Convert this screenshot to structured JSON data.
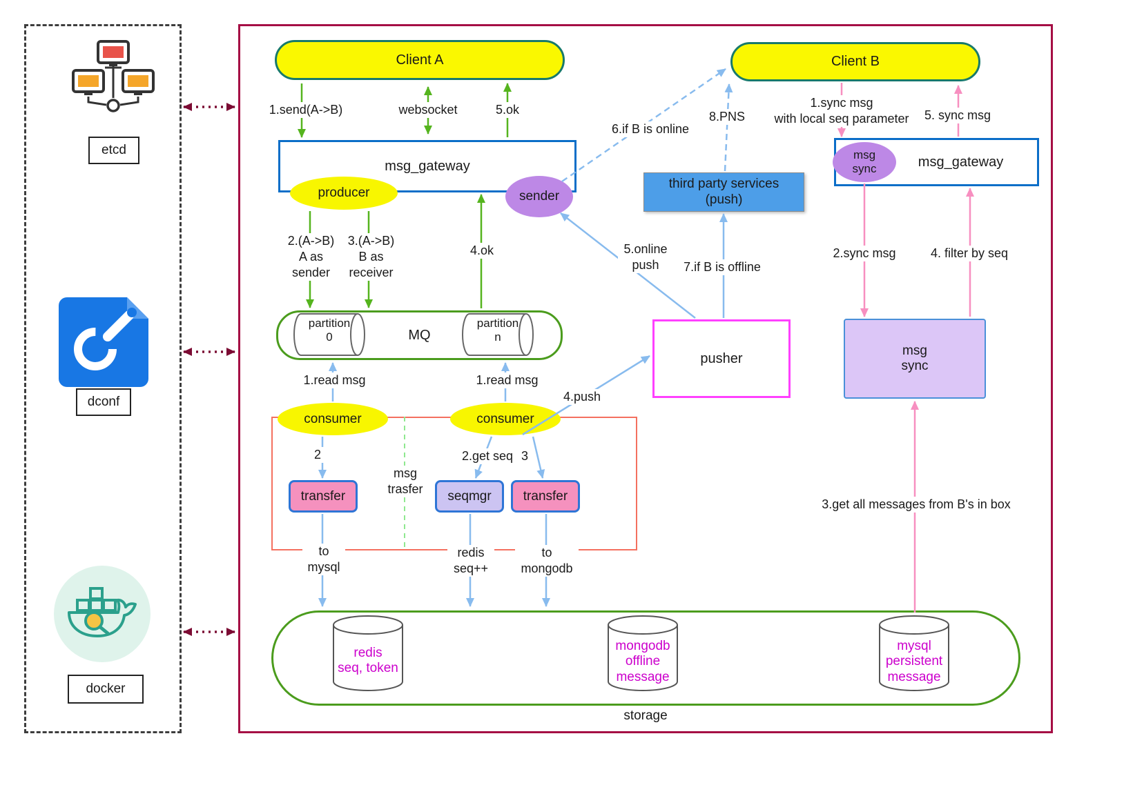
{
  "left_panel": {
    "etcd_label": "etcd",
    "dconf_label": "dconf",
    "docker_label": "docker"
  },
  "nodes": {
    "client_a": "Client A",
    "client_b": "Client B",
    "gateway_left": "msg_gateway",
    "gateway_right": "msg_gateway",
    "producer": "producer",
    "sender": "sender",
    "mq": "MQ",
    "partition_0": "partition\n0",
    "partition_n": "partition\nn",
    "consumer_left": "consumer",
    "consumer_right": "consumer",
    "transfer_left": "transfer",
    "seqmgr": "seqmgr",
    "transfer_right": "transfer",
    "pusher": "pusher",
    "third_party": "third party services\n(push)",
    "msg_sync_ellipse": "msg\nsync",
    "msg_sync_box": "msg\nsync",
    "storage": "storage",
    "db_redis": "redis\nseq, token",
    "db_mongo": "mongodb\noffline\nmessage",
    "db_mysql": "mysql\npersistent\nmessage"
  },
  "labels": {
    "send_ab": "1.send(A->B)",
    "websocket": "websocket",
    "ok5": "5.ok",
    "a_as_sender": "2.(A->B)\nA as\nsender",
    "b_as_receiver": "3.(A->B)\nB as\nreceiver",
    "ok4": "4.ok",
    "read_msg_left": "1.read msg",
    "read_msg_right": "1.read msg",
    "step2": "2",
    "get_seq": "2.get seq",
    "step3": "3",
    "msg_trasfer": "msg\ntrasfer",
    "to_mysql": "to\nmysql",
    "redis_seq": "redis\nseq++",
    "to_mongodb": "to\nmongodb",
    "push4": "4.push",
    "online_push": "5.online\npush",
    "if_offline": "7.if B is offline",
    "if_online": "6.if B is online",
    "pns": "8.PNS",
    "sync1": "1.sync msg\nwith local seq parameter",
    "sync5": "5. sync msg",
    "sync2": "2.sync msg",
    "filter4": "4. filter by seq",
    "get_all": "3.get all messages from B's in box"
  },
  "colors": {
    "main_border": "#A50D44",
    "client_fill": "#FAF800",
    "client_border": "#187A6B",
    "gateway_border": "#0B6EC8",
    "green_arrow": "#55B41E",
    "blue_arrow": "#88BBEE",
    "pink_arrow": "#F78FC0",
    "maroon_arrow": "#7B0B33",
    "purple_node": "#BD88E6",
    "third_party_fill": "#4D9EE8",
    "pusher_border": "#FF40FF",
    "mq_storage_border": "#4B9C1D",
    "transfer_fill": "#F591BE",
    "seqmgr_fill": "#CCC4F2",
    "msg_sync_fill": "#DCC6F7",
    "db_text": "#CC00CC",
    "red_group_border": "#F4705F",
    "dashed_divider": "#8FE88F"
  }
}
